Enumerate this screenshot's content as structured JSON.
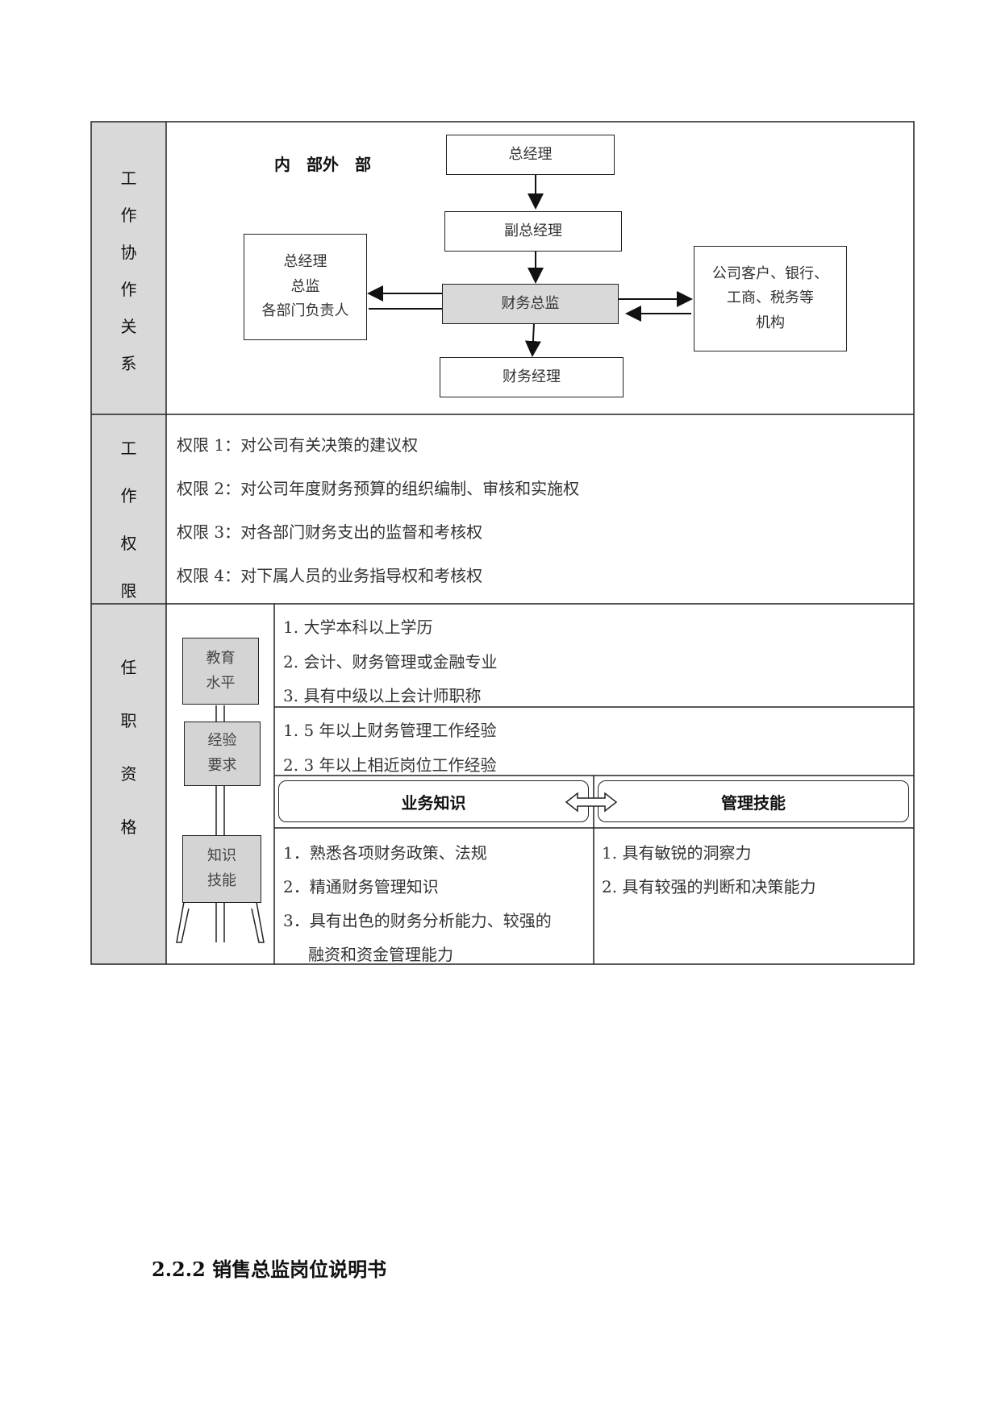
{
  "collab": {
    "label": [
      "工",
      "作",
      "协",
      "作",
      "关",
      "系"
    ],
    "internal_external": "内　部外　部",
    "top_box": "总经理",
    "deputy_box": "副总经理",
    "center_box": "财务总监",
    "bottom_box": "财务经理",
    "left_box": [
      "总经理",
      "总监",
      "各部门负责人"
    ],
    "right_box": [
      "公司客户、银行、",
      "工商、税务等",
      "机构"
    ]
  },
  "authority": {
    "label": [
      "工",
      "作",
      "权",
      "限"
    ],
    "items": [
      "权限 1：对公司有关决策的建议权",
      "权限 2：对公司年度财务预算的组织编制、审核和实施权",
      "权限 3：对各部门财务支出的监督和考核权",
      "权限 4：对下属人员的业务指导权和考核权"
    ]
  },
  "qualification": {
    "label": [
      "任",
      "职",
      "资",
      "格"
    ],
    "education_label": [
      "教育",
      "水平"
    ],
    "experience_label": [
      "经验",
      "要求"
    ],
    "skills_label": [
      "知识",
      "技能"
    ],
    "education": [
      "1.  大学本科以上学历",
      "2.  会计、财务管理或金融专业",
      "3.  具有中级以上会计师职称"
    ],
    "experience": [
      "1. 5 年以上财务管理工作经验",
      "2. 3 年以上相近岗位工作经验"
    ],
    "business_knowledge_title": "业务知识",
    "management_skills_title": "管理技能",
    "business_knowledge": [
      "1．熟悉各项财务政策、法规",
      "2．精通财务管理知识",
      "3．具有出色的财务分析能力、较强的",
      "融资和资金管理能力"
    ],
    "management_skills": [
      "1. 具有敏锐的洞察力",
      "2. 具有较强的判断和决策能力"
    ]
  },
  "section_heading": "2.2.2 销售总监岗位说明书"
}
